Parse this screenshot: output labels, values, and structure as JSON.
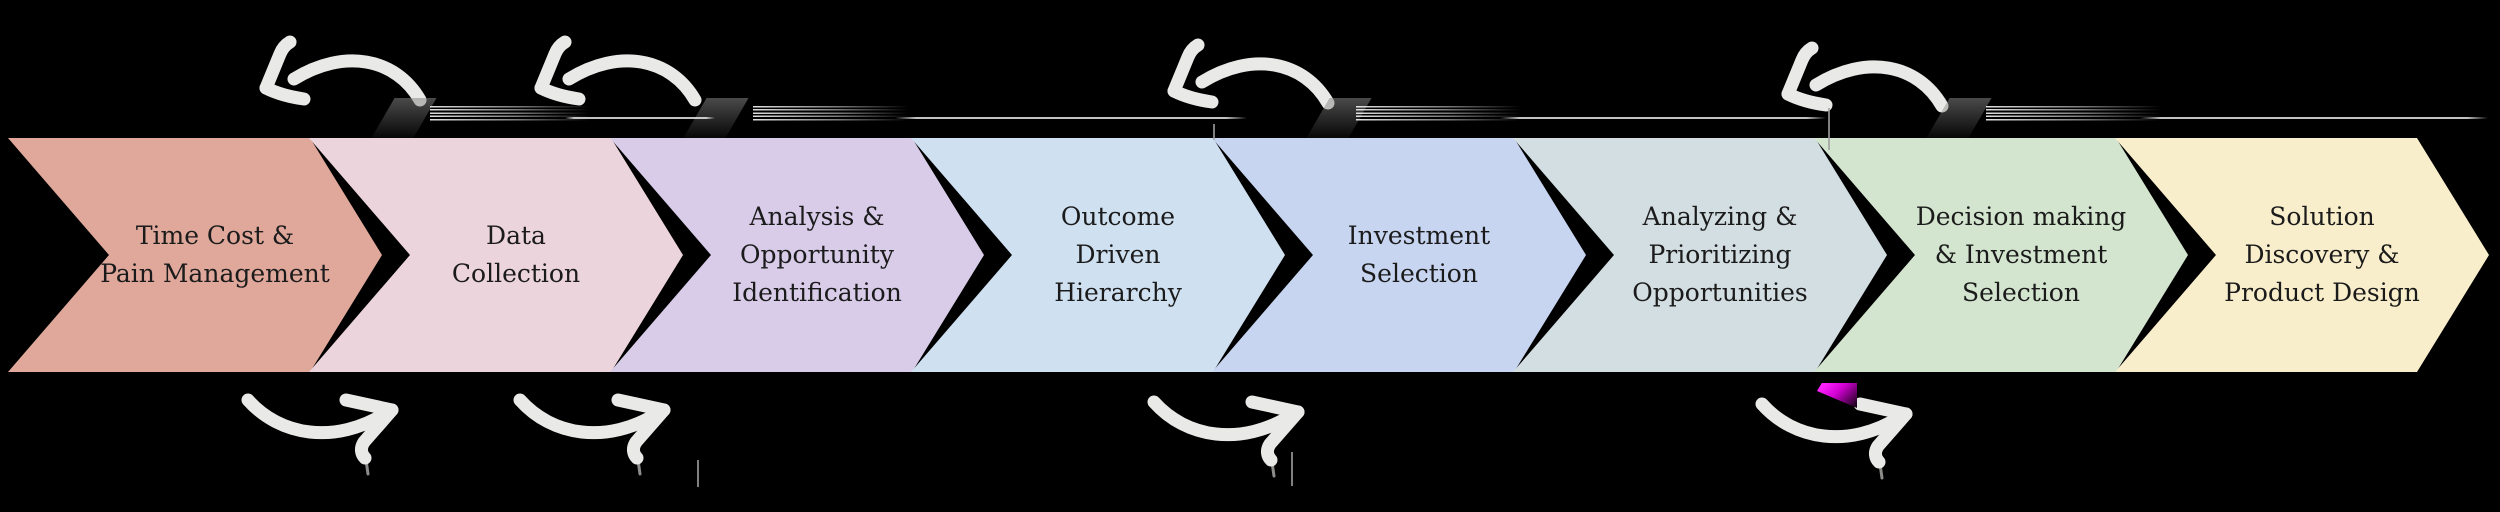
{
  "diagram": {
    "title": "product-discovery-process-flow",
    "background_color": "#000000",
    "arrow_color": "#e9e9e7",
    "text_color": "#1b1b1b",
    "artifact_color": "#ee22ee",
    "stages": [
      {
        "id": 1,
        "color": "#dfa89b",
        "lines": [
          "Time Cost &",
          "Pain Management"
        ]
      },
      {
        "id": 2,
        "color": "#ecd4dc",
        "lines": [
          "Data",
          "Collection"
        ]
      },
      {
        "id": 3,
        "color": "#d8cce9",
        "lines": [
          "Analysis &",
          "Opportunity",
          "Identification"
        ]
      },
      {
        "id": 4,
        "color": "#cfe0f1",
        "lines": [
          "Outcome",
          "Driven",
          "Hierarchy"
        ]
      },
      {
        "id": 5,
        "color": "#c7d5f0",
        "lines": [
          "Investment",
          "Selection"
        ]
      },
      {
        "id": 6,
        "color": "#d2dee2",
        "lines": [
          "Analyzing &",
          "Prioritizing",
          "Opportunities"
        ]
      },
      {
        "id": 7,
        "color": "#d3e5cf",
        "lines": [
          "Decision making",
          "& Investment",
          "Selection"
        ]
      },
      {
        "id": 8,
        "color": "#f9eecb",
        "lines": [
          "Solution",
          "Discovery &",
          "Product Design"
        ]
      }
    ]
  }
}
